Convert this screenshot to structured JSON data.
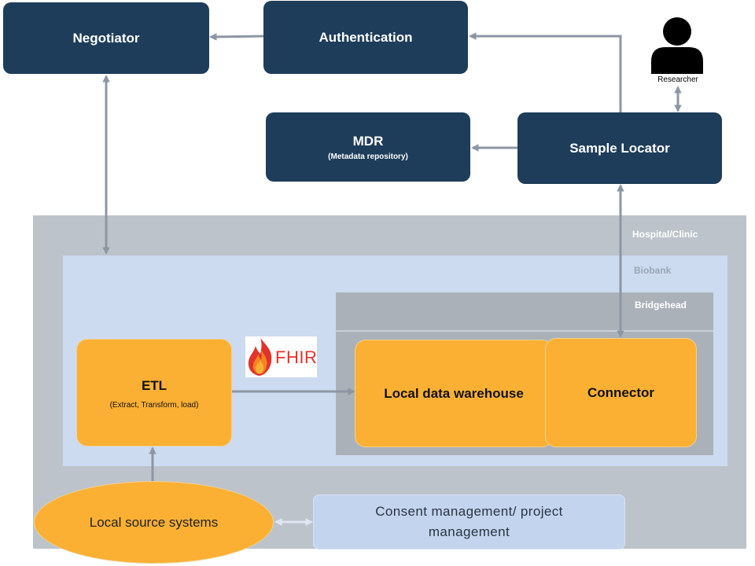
{
  "nodes": {
    "negotiator": {
      "title": "Negotiator"
    },
    "authentication": {
      "title": "Authentication"
    },
    "mdr": {
      "title": "MDR",
      "subtitle": "(Metadata repository)"
    },
    "sample_locator": {
      "title": "Sample Locator"
    },
    "researcher": {
      "label": "Researcher"
    },
    "etl": {
      "title": "ETL",
      "subtitle": "(Extract, Transform, load)"
    },
    "local_dwh": {
      "title": "Local data warehouse"
    },
    "connector": {
      "title": "Connector"
    },
    "local_source": {
      "title": "Local source systems"
    },
    "consent": {
      "title": "Consent management/ project management"
    },
    "fhir_logo": {
      "text": "FHIR"
    }
  },
  "regions": {
    "hospital": "Hospital/Clinic",
    "biobank": "Biobank",
    "bridgehead": "Bridgehead"
  },
  "colors": {
    "dark_box": "#1e3d5a",
    "orange_box": "#fbb034",
    "hospital_bg": "#bcc3cb",
    "biobank_bg": "#cddbf1",
    "bridgehead_bg": "#aab1b9",
    "consent_bg": "#c3d4ee",
    "arrow": "#8c97a3"
  }
}
